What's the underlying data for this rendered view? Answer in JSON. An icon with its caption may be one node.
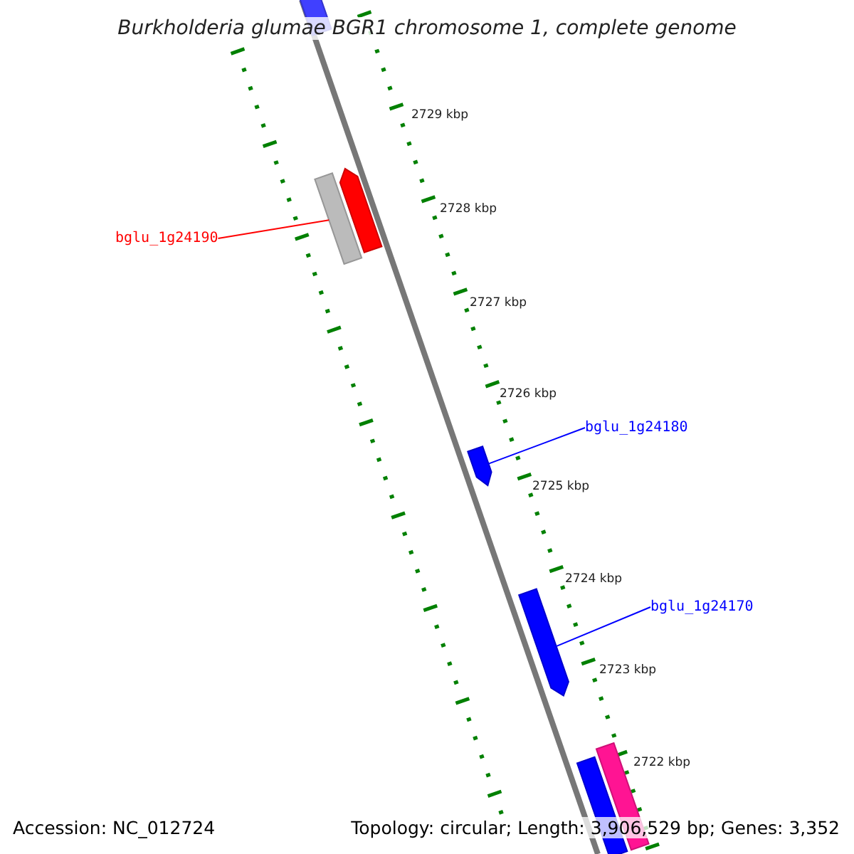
{
  "diagram": {
    "title": "Burkholderia glumae BGR1 chromosome 1, complete genome",
    "nodes": [
      {
        "text": [],
        "shape": "bar"
      },
      {
        "text": [],
        "shape": "bar"
      },
      {
        "text": [
          "bglu_1g24190"
        ]
      },
      {
        "text": [],
        "shape": "arrow"
      },
      {
        "text": [
          "bglu_1g24180"
        ]
      },
      {
        "text": [],
        "shape": "arrow"
      },
      {
        "text": [
          "bglu_1g24170"
        ]
      },
      {
        "text": [],
        "shape": "arrow"
      },
      {
        "text": [],
        "shape": "bar"
      },
      {
        "text": [],
        "shape": "bar"
      }
    ],
    "edges": [
      {
        "from": 2,
        "to": 1,
        "arrow": "none",
        "color": "#ff0000"
      },
      {
        "from": 4,
        "to": 5,
        "arrow": "none",
        "color": "#0000ff"
      },
      {
        "from": 6,
        "to": 7,
        "arrow": "none",
        "color": "#0000ff"
      }
    ],
    "labels": [
      "2729 kbp",
      "2728 kbp",
      "2727 kbp",
      "2726 kbp",
      "2725 kbp",
      "2724 kbp",
      "2723 kbp",
      "2722 kbp",
      "Accession: NC_012724",
      "Topology: circular; Length: 3,906,529 bp; Genes: 3,352"
    ]
  }
}
